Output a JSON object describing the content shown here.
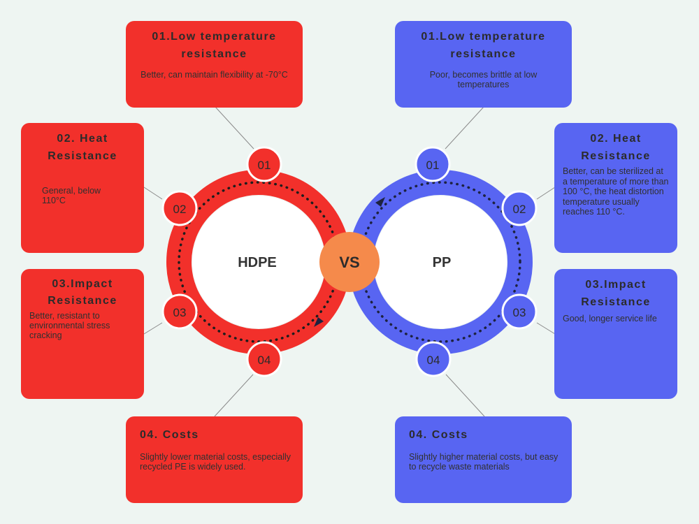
{
  "colors": {
    "hdpe": "#f2302b",
    "pp": "#5865f2",
    "vs": "#f58a4b",
    "background": "#eef5f2"
  },
  "center": {
    "hdpe_label": "HDPE",
    "pp_label": "PP",
    "vs_label": "VS"
  },
  "hdpe": {
    "items": [
      {
        "num": "01",
        "title": "01.Low temperature resistance",
        "desc": "Better, can maintain flexibility at -70°C"
      },
      {
        "num": "02",
        "title": "02. Heat Resistance",
        "desc": "General, below 110°C"
      },
      {
        "num": "03",
        "title": "03.Impact Resistance",
        "desc": "Better, resistant to environmental stress cracking"
      },
      {
        "num": "04",
        "title": "04. Costs",
        "desc": "Slightly lower material costs, especially recycled PE is widely used."
      }
    ]
  },
  "pp": {
    "items": [
      {
        "num": "01",
        "title": "01.Low temperature resistance",
        "desc": "Poor, becomes brittle at low temperatures"
      },
      {
        "num": "02",
        "title": "02. Heat Resistance",
        "desc": "Better, can be sterilized at a temperature of more than 100 °C, the heat distortion temperature usually reaches 110 °C."
      },
      {
        "num": "03",
        "title": "03.Impact Resistance",
        "desc": "Good, longer service life"
      },
      {
        "num": "04",
        "title": "04. Costs",
        "desc": "Slightly higher material costs, but easy to recycle waste materials"
      }
    ]
  }
}
